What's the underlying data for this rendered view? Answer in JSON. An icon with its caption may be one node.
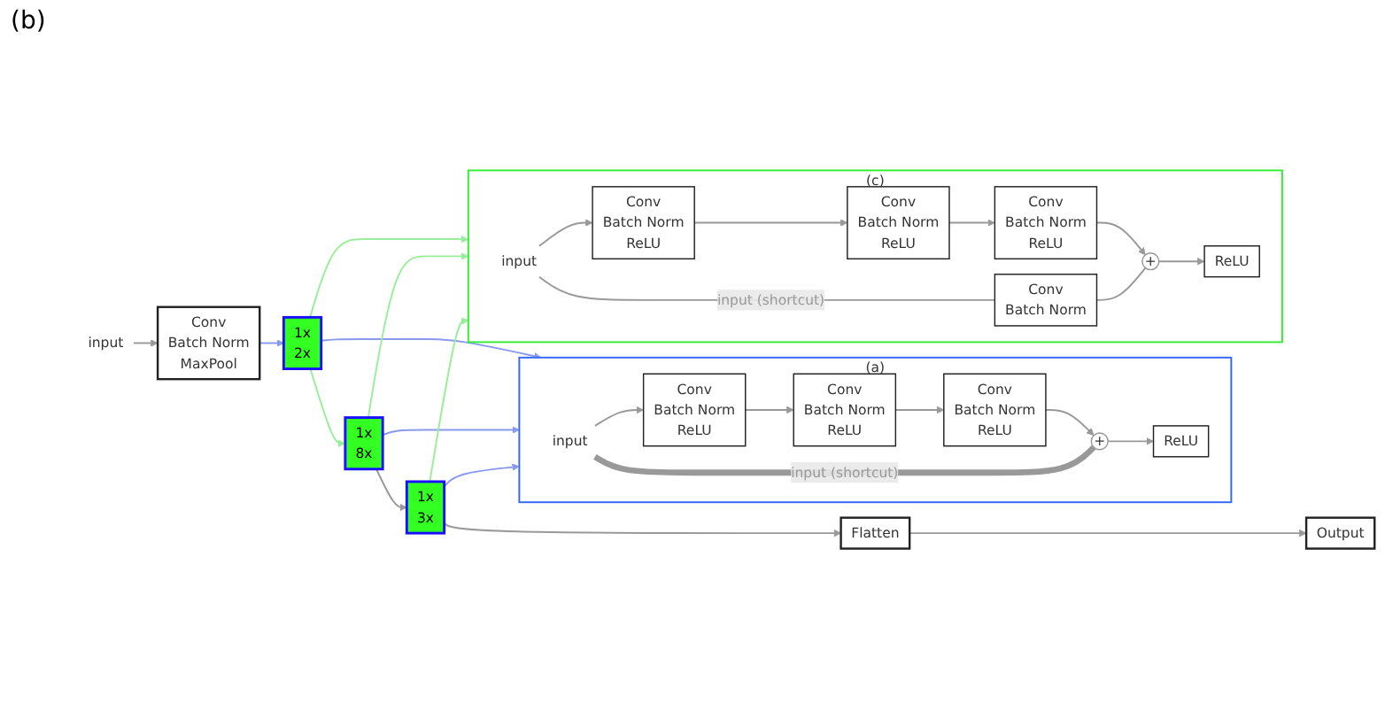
{
  "diagram": {
    "nodes": [
      {
        "text": [
          "(a)"
        ]
      },
      {
        "text": [
          "input"
        ],
        "in": 0
      },
      {
        "text": [
          "Conv",
          "Batch Norm",
          "ReLU"
        ],
        "in": 0
      },
      {
        "text": [
          "Conv",
          "Batch Norm",
          "ReLU"
        ],
        "in": 0
      },
      {
        "text": [
          "Conv",
          "Batch Norm",
          "ReLU"
        ],
        "in": 0
      },
      {
        "text": [
          "+"
        ],
        "in": 0
      },
      {
        "text": [
          "ReLU"
        ],
        "in": 0
      },
      {
        "text": [
          "input"
        ]
      },
      {
        "text": [
          "Conv",
          "Batch Norm",
          "MaxPool"
        ]
      },
      {
        "text": [
          "1x",
          "2x"
        ]
      },
      {
        "text": [
          "1x",
          "8x"
        ]
      },
      {
        "text": [
          "1x",
          "3x"
        ]
      },
      {
        "text": [
          "Flatten"
        ]
      },
      {
        "text": [
          "Output"
        ]
      },
      {
        "text": [
          "(c)"
        ]
      },
      {
        "text": [
          "input"
        ],
        "in": 14
      },
      {
        "text": [
          "Conv",
          "Batch Norm"
        ],
        "in": 14
      },
      {
        "text": [
          "Conv",
          "Batch Norm",
          "ReLU"
        ],
        "in": 14
      },
      {
        "text": [
          "Conv",
          "Batch Norm",
          "ReLU"
        ],
        "in": 14
      },
      {
        "text": [
          "Conv",
          "Batch Norm",
          "ReLU"
        ],
        "in": 14
      },
      {
        "text": [
          "+"
        ],
        "in": 14
      },
      {
        "text": [
          "ReLU"
        ],
        "in": 14
      }
    ],
    "edges": [
      {
        "from": 1,
        "to": 2,
        "arrow": "to"
      },
      {
        "from": 2,
        "to": 3,
        "arrow": "to"
      },
      {
        "from": 3,
        "to": 4,
        "arrow": "to"
      },
      {
        "from": 4,
        "to": 5,
        "arrow": "to"
      },
      {
        "from": 5,
        "to": 6,
        "arrow": "to"
      },
      {
        "from": 1,
        "to": 5,
        "arrow": "none",
        "label": "input (shortcut)",
        "style": "thick"
      },
      {
        "from": 7,
        "to": 8,
        "arrow": "to"
      },
      {
        "from": 8,
        "to": 9,
        "arrow": "to",
        "color": "#8899ee"
      },
      {
        "from": 9,
        "to": 10,
        "arrow": "to",
        "color": "#99ee99"
      },
      {
        "from": 10,
        "to": 11,
        "arrow": "to"
      },
      {
        "from": 11,
        "to": 12,
        "arrow": "to"
      },
      {
        "from": 12,
        "to": 13,
        "arrow": "to"
      },
      {
        "from": 9,
        "to": 0,
        "arrow": "to",
        "color": "#8899ee"
      },
      {
        "from": 10,
        "to": 0,
        "arrow": "to",
        "color": "#8899ee"
      },
      {
        "from": 11,
        "to": 0,
        "arrow": "to",
        "color": "#8899ee"
      },
      {
        "from": 9,
        "to": 14,
        "arrow": "to",
        "color": "#99ee99"
      },
      {
        "from": 10,
        "to": 14,
        "arrow": "to",
        "color": "#99ee99"
      },
      {
        "from": 11,
        "to": 14,
        "arrow": "to",
        "color": "#99ee99"
      },
      {
        "from": 15,
        "to": 17,
        "arrow": "to"
      },
      {
        "from": 17,
        "to": 18,
        "arrow": "to"
      },
      {
        "from": 18,
        "to": 19,
        "arrow": "to"
      },
      {
        "from": 19,
        "to": 20,
        "arrow": "to"
      },
      {
        "from": 20,
        "to": 21,
        "arrow": "to"
      },
      {
        "from": 15,
        "to": 16,
        "arrow": "none",
        "label": "input (shortcut)"
      },
      {
        "from": 16,
        "to": 20,
        "arrow": "none"
      }
    ],
    "labels": [
      "(b)"
    ]
  }
}
